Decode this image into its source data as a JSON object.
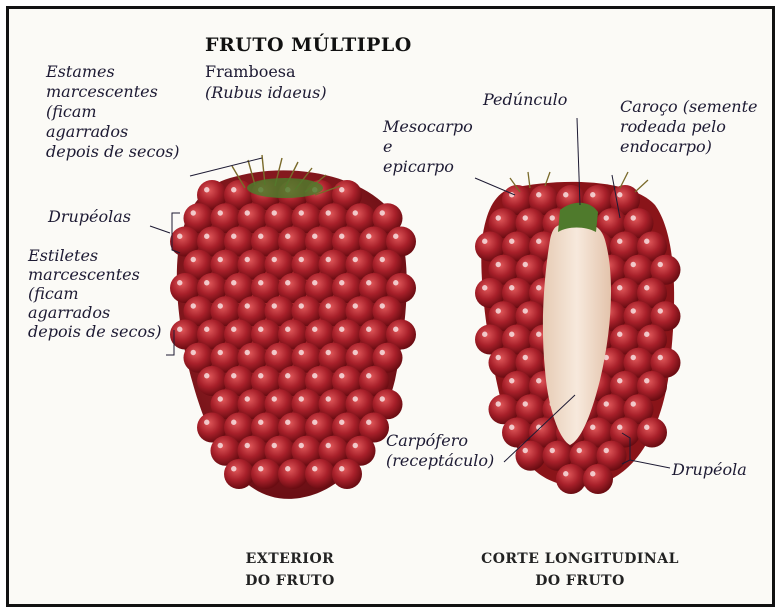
{
  "title": "FRUTO MÚLTIPLO",
  "common_name": "Framboesa",
  "scientific_name": "(Rubus idaeus)",
  "labels": {
    "estames": "Estames\nmarcescentes\n(ficam\nagarrados\ndepois de secos)",
    "drupeolas": "Drupéolas",
    "estiletes": "Estiletes\nmarcescentes\n(ficam\nagarrados\ndepois de secos)",
    "pedunculo": "Pedúnculo",
    "mesocarpo": "Mesocarpo\ne\nepicarpo",
    "caroco": "Caroço (semente\nrodeada pelo\nendocarpo)",
    "carpofero": "Carpófero\n(receptáculo)",
    "drupeola": "Drupéola"
  },
  "captions": {
    "exterior": "EXTERIOR\nDO FRUTO",
    "corte": "CORTE LONGITUDINAL\nDO FRUTO"
  },
  "colors": {
    "berry_dark": "#7a1016",
    "berry_mid": "#b0242a",
    "berry_light": "#d8494a",
    "receptacle": "#f0dccb",
    "stem_green": "#4f7a2c",
    "ink": "#1d1a33"
  }
}
